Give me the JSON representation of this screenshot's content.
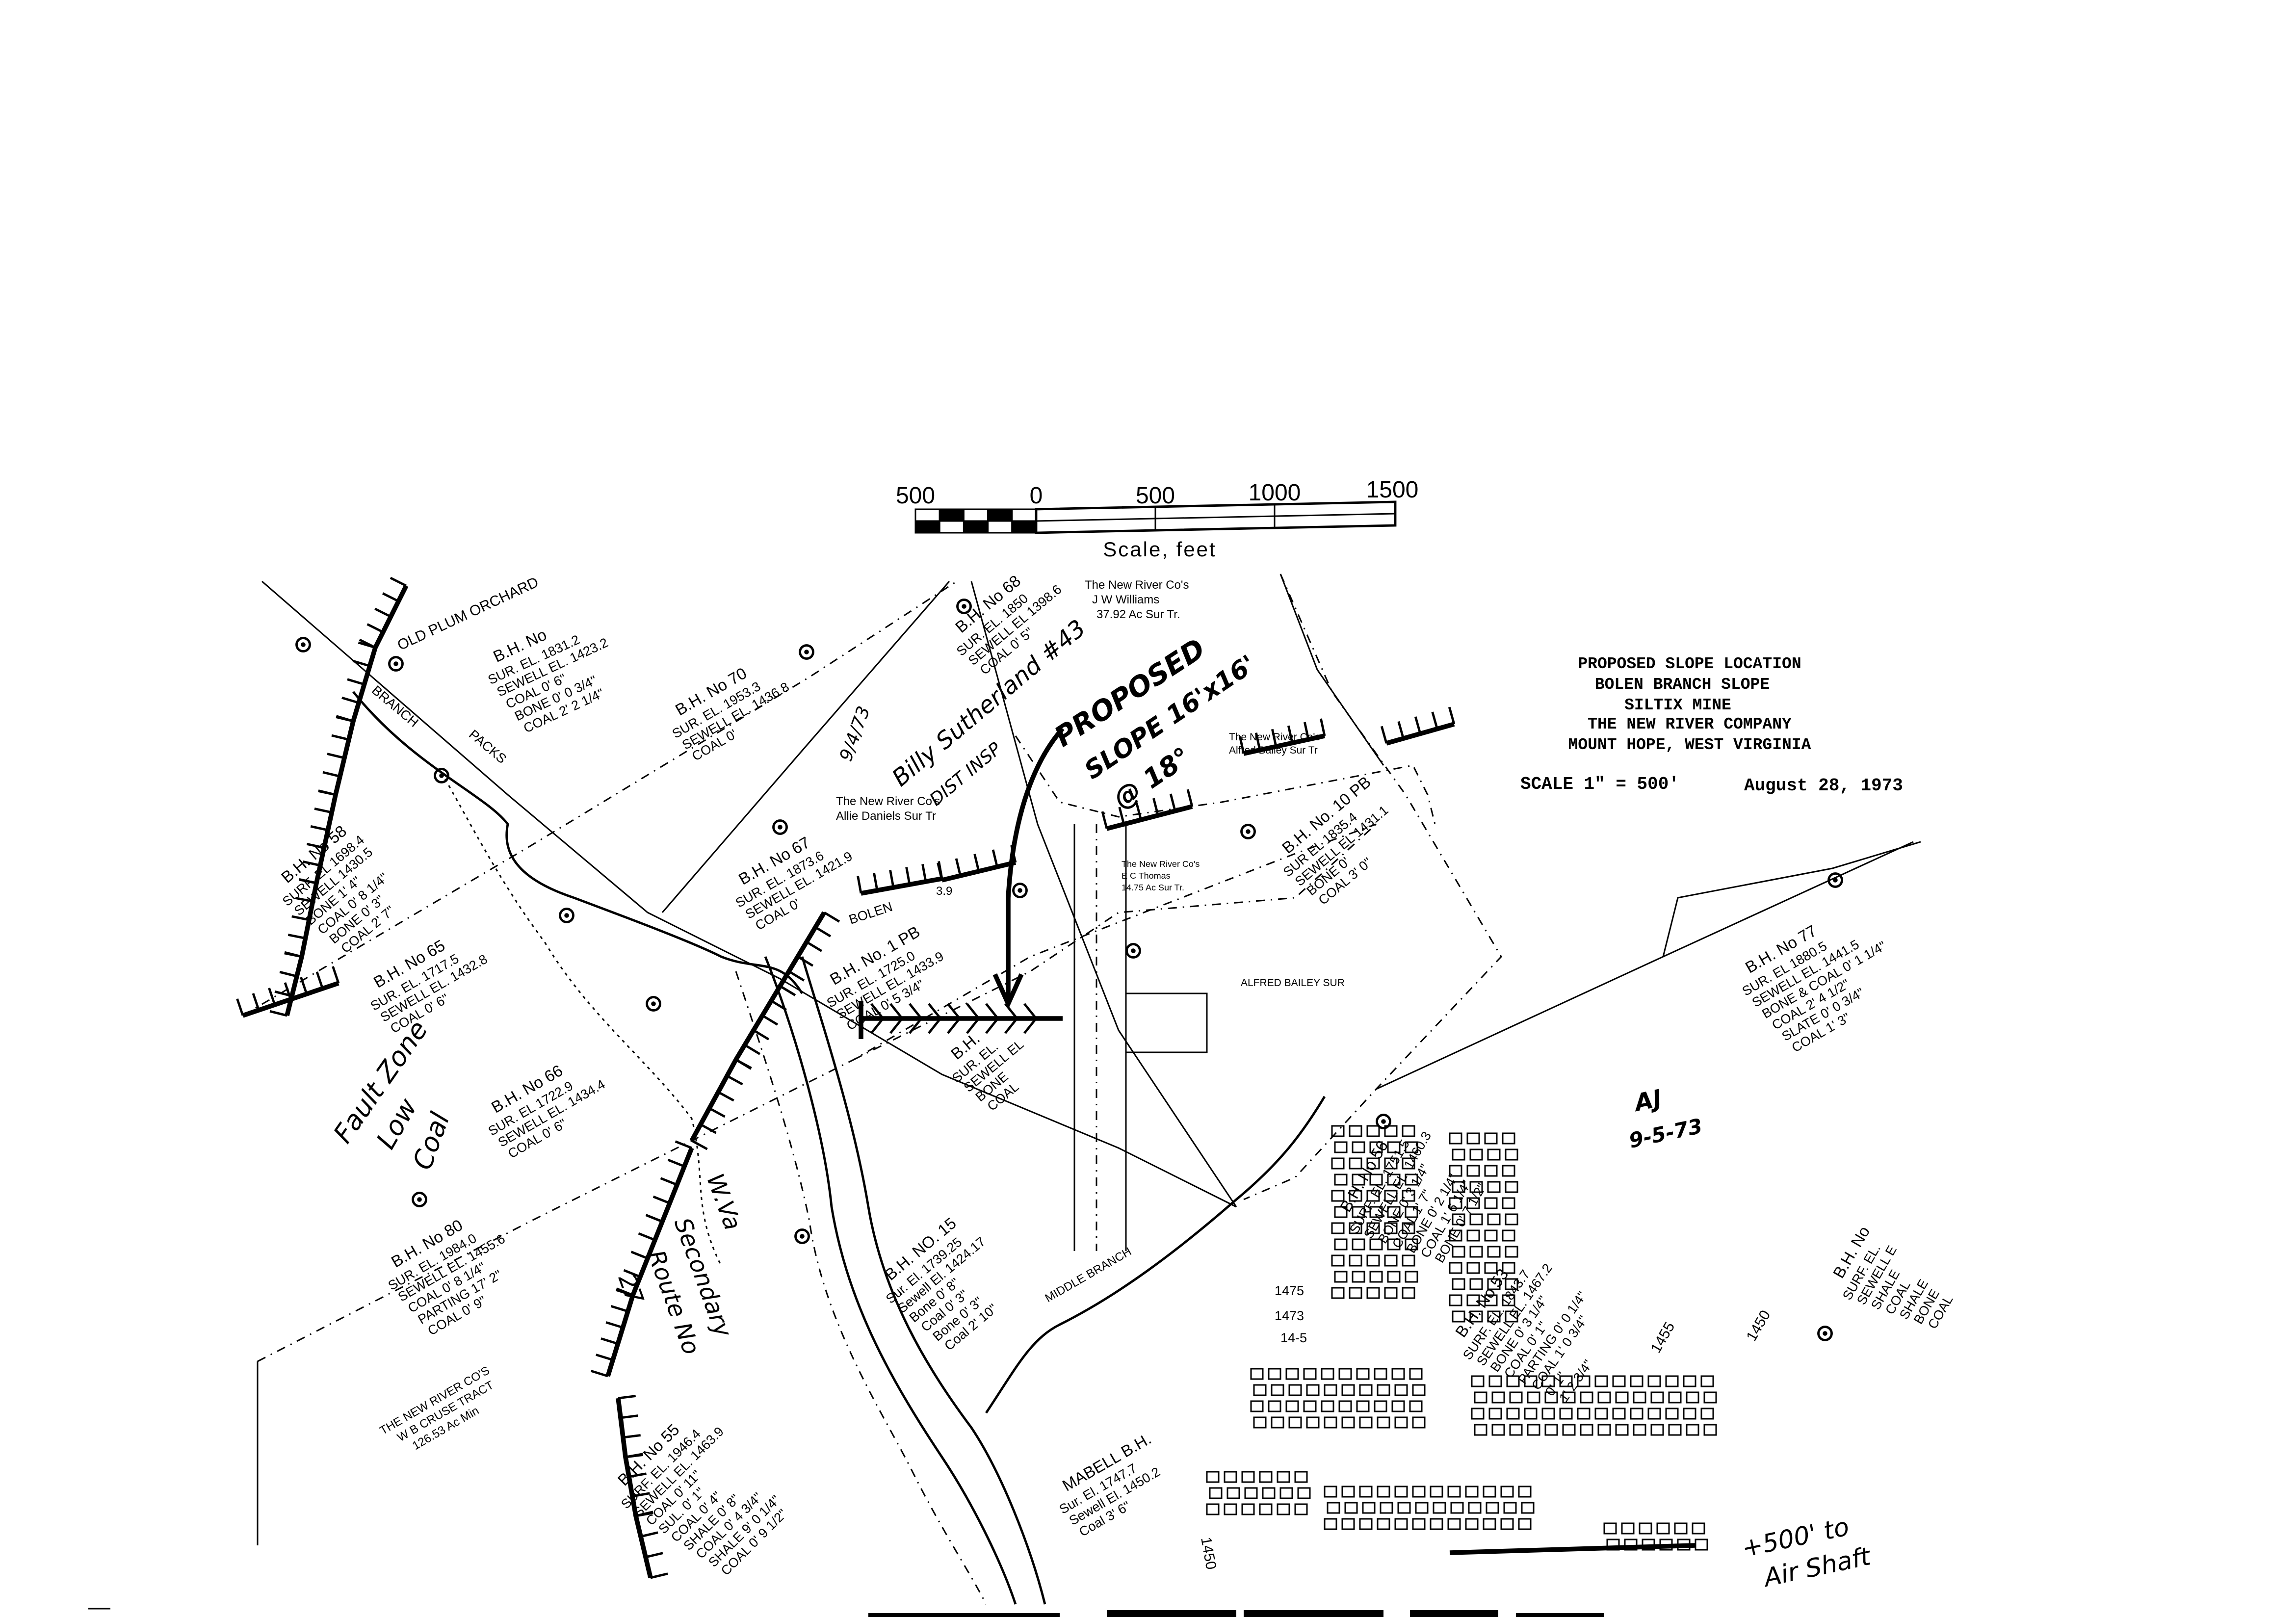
{
  "scale_bar": {
    "ticks": [
      "500",
      "0",
      "500",
      "1000",
      "1500"
    ],
    "caption": "Scale, feet"
  },
  "title_block": {
    "lines": [
      "PROPOSED SLOPE LOCATION",
      "BOLEN BRANCH SLOPE",
      "SILTIX MINE",
      "THE NEW RIVER COMPANY",
      "MOUNT HOPE, WEST VIRGINIA"
    ],
    "scale": "SCALE  1\" = 500'",
    "date": "August 28, 1973"
  },
  "annotations": {
    "proposed": "PROPOSED",
    "slope_size": "SLOPE 16'x16'",
    "slope_angle": "@ 18°",
    "inspector": "Billy Sutherland #43",
    "inspector_title": "DIST INSP",
    "inspector_date": "9/4/73",
    "fault_zone": "Fault Zone",
    "low": "Low",
    "coal": "Coal",
    "route_1": "W.Va",
    "route_2": "Secondary",
    "route_3": "Route No",
    "route_4": "27",
    "air_shaft_1": "+500' to",
    "air_shaft_2": "Air Shaft",
    "initials": "AJ",
    "initials_date": "9-5-73"
  },
  "place_labels": {
    "old_plum_orchard": "OLD PLUM ORCHARD",
    "packs_branch_1": "BRANCH",
    "packs_branch_2": "PACKS",
    "bolen": "BOLEN",
    "middle_branch": "MIDDLE BRANCH",
    "alfred_bailey_sur": "ALFRED BAILEY SUR",
    "mark_39": "3.9"
  },
  "tracts": [
    {
      "lines": [
        "The New River Co's",
        "J W Williams",
        "37.92 Ac Sur Tr."
      ]
    },
    {
      "lines": [
        "The New River Co's",
        "Allie Daniels Sur Tr"
      ]
    },
    {
      "lines": [
        "The New River Co's",
        "Alfred Bailey Sur Tr"
      ]
    },
    {
      "lines": [
        "The New River Co's",
        "E C Thomas",
        "14.75 Ac Sur Tr."
      ]
    },
    {
      "lines": [
        "THE NEW RIVER CO'S",
        "W B CRUSE TRACT",
        "126.53 Ac Min"
      ]
    }
  ],
  "contours": [
    "1475",
    "1473",
    "14-5",
    "1450",
    "1455",
    "1450"
  ],
  "boreholes": [
    {
      "title": "B.H. No",
      "rows": [
        "SUR. EL.   1831.2",
        "SEWELL EL. 1423.2",
        "COAL  0' 6\"",
        "BONE  0' 0 3/4\"",
        "COAL  2' 2 1/4\""
      ]
    },
    {
      "title": "B.H. No 70",
      "rows": [
        "SUR. EL.   1953.3",
        "SEWELL EL. 1436.8",
        "COAL  0'"
      ]
    },
    {
      "title": "B.H. No 68",
      "rows": [
        "SUR. EL.  1850",
        "SEWELL EL  1398.6",
        "COAL  0' 5\""
      ]
    },
    {
      "title": "B.H. No 67",
      "rows": [
        "SUR. EL.   1873.6",
        "SEWELL EL. 1421.9",
        "COAL  0'"
      ]
    },
    {
      "title": "B.H. No 58",
      "rows": [
        "SURF. EL  1698.4",
        "SEWELL  1430.5",
        "BONE  1' 4\"",
        "COAL  0' 8 1/4\"",
        "BONE  0' 3\"",
        "COAL  2' 7\""
      ]
    },
    {
      "title": "B.H. No 65",
      "rows": [
        "SUR. EL.  1717.5",
        "SEWELL EL. 1432.8",
        "COAL  0' 6\""
      ]
    },
    {
      "title": "B.H. No 66",
      "rows": [
        "SUR. EL   1722.9",
        "SEWELL EL. 1434.4",
        "COAL  0' 6\""
      ]
    },
    {
      "title": "B.H. No 80",
      "rows": [
        "SUR. EL.   1984.0",
        "SEWELL EL. 1455.6",
        "COAL  0' 8 1/4\"",
        "PARTING  17' 2\"",
        "COAL  0' 9\""
      ]
    },
    {
      "title": "B.H. No 55",
      "rows": [
        "SURF. EL.  1946.4",
        "SEWELL EL. 1463.9",
        "COAL  0' 11\"",
        "SUL.  0' 1\"",
        "COAL  0' 4\"",
        "SHALE  0' 8\"",
        "COAL  0' 4 3/4\"",
        "SHALE  9' 0 1/4\"",
        "COAL  0' 9 1/2\""
      ]
    },
    {
      "title": "B.H. No. 1 PB",
      "rows": [
        "SUR. EL.   1725.0",
        "SEWELL EL. 1433.9",
        "COAL  0' 5 3/4\""
      ]
    },
    {
      "title": "B.H. No. 10 PB",
      "rows": [
        "SUR EL  1835.4",
        "SEWELL EL 1431.1",
        "BONE  0'",
        "COAL  3' 0\""
      ]
    },
    {
      "title": "B.H. No 77",
      "rows": [
        "SUR. EL    1880.5",
        "SEWELL EL. 1441.5",
        "BONE & COAL  0' 1 1/4\"",
        "COAL  2' 4 1/2\"",
        "SLATE  0' 0 3/4\"",
        "COAL  1' 3\""
      ]
    },
    {
      "title": "B.H. No 56",
      "rows": [
        "SURF. EL.  1751.5",
        "SEWELL EL. 1460.3",
        "BONE  0' 3 1/4\"",
        "COAL  1' 7\"",
        "BONE  0' 2 1/4\"",
        "COAL  1' 6 1/4\"",
        "BONE  0' 7 1/2\""
      ]
    },
    {
      "title": "B.H. No 53",
      "rows": [
        "SURF. EL.  1843.7",
        "SEWELL EL. 1467.2",
        "BONE  0' 3 1/4\"",
        "COAL  0' 1\"",
        "PARTING  0' 0 1/4\"",
        "COAL  1' 0 3/4\"",
        "0' 1\"",
        "1' 2 3/4\""
      ]
    },
    {
      "title": "B.H. NO. 15",
      "rows": [
        "Sur. El. 1739.25",
        "Sewell El. 1424.17",
        "Bone  0' 8\"",
        "Coal  0' 3\"",
        "Bone  0' 3\"",
        "Coal  2' 10\""
      ]
    },
    {
      "title": "MABELL B.H.",
      "rows": [
        "Sur. El.  1747.7",
        "Sewell El. 1450.2",
        "Coal  3' 6\""
      ]
    },
    {
      "title": "B.H. No",
      "rows": [
        "SURF. EL.",
        "SEWELL E",
        "SHALE",
        "COAL",
        "SHALE",
        "BONE",
        "COAL"
      ]
    },
    {
      "title": "B.H.",
      "rows": [
        "SUR. EL.",
        "SEWELL EL",
        "BONE",
        "COAL"
      ]
    }
  ]
}
